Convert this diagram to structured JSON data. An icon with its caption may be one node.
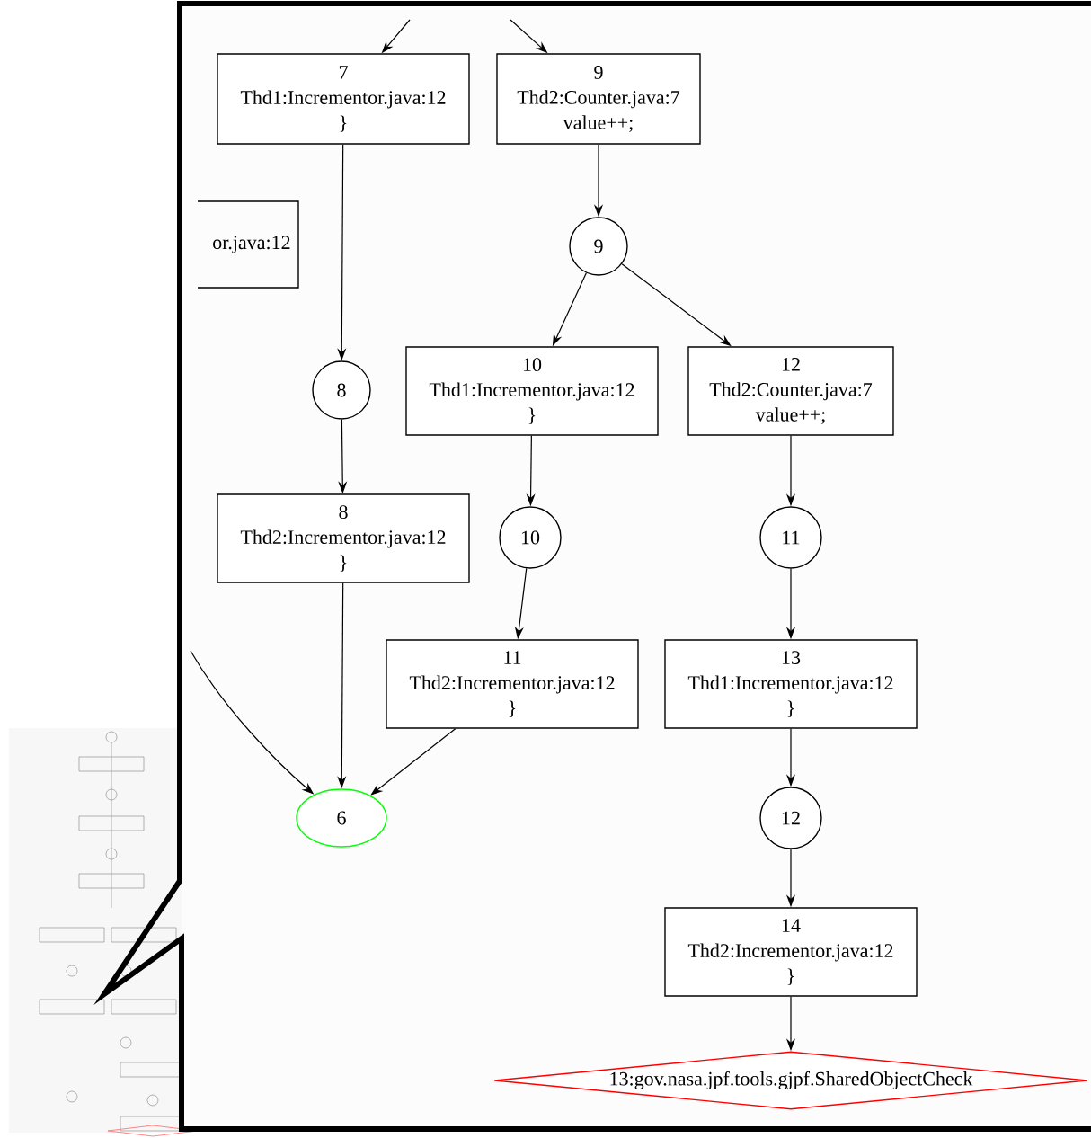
{
  "diagram": {
    "nodes": [
      {
        "text": [
          "7",
          "Thd1:Incrementor.java:12",
          "}"
        ]
      },
      {
        "text": [
          "9",
          "Thd2:Counter.java:7",
          "value++;"
        ]
      },
      {
        "text": [
          "or.java:12"
        ]
      },
      {
        "text": [
          "9"
        ]
      },
      {
        "text": [
          "8"
        ]
      },
      {
        "text": [
          "10",
          "Thd1:Incrementor.java:12",
          "}"
        ]
      },
      {
        "text": [
          "12",
          "Thd2:Counter.java:7",
          "value++;"
        ]
      },
      {
        "text": [
          "8",
          "Thd2:Incrementor.java:12",
          "}"
        ]
      },
      {
        "text": [
          "10"
        ]
      },
      {
        "text": [
          "11"
        ]
      },
      {
        "text": [
          "11",
          "Thd2:Incrementor.java:12",
          "}"
        ]
      },
      {
        "text": [
          "13",
          "Thd1:Incrementor.java:12",
          "}"
        ]
      },
      {
        "text": [
          "6"
        ]
      },
      {
        "text": [
          "12"
        ]
      },
      {
        "text": [
          "14",
          "Thd2:Incrementor.java:12",
          "}"
        ]
      },
      {
        "text": [
          "13:gov.nasa.jpf.tools.gjpf.SharedObjectCheck"
        ]
      }
    ],
    "edges": [
      {
        "from": null,
        "to": 0,
        "arrow": "to"
      },
      {
        "from": null,
        "to": 1,
        "arrow": "to"
      },
      {
        "from": 0,
        "to": 4,
        "arrow": "to"
      },
      {
        "from": 1,
        "to": 3,
        "arrow": "to"
      },
      {
        "from": 3,
        "to": 5,
        "arrow": "to"
      },
      {
        "from": 3,
        "to": 6,
        "arrow": "to"
      },
      {
        "from": 4,
        "to": 7,
        "arrow": "to"
      },
      {
        "from": 5,
        "to": 8,
        "arrow": "to"
      },
      {
        "from": 6,
        "to": 9,
        "arrow": "to"
      },
      {
        "from": 8,
        "to": 10,
        "arrow": "to"
      },
      {
        "from": 9,
        "to": 11,
        "arrow": "to"
      },
      {
        "from": null,
        "to": 12,
        "arrow": "to"
      },
      {
        "from": 7,
        "to": 12,
        "arrow": "to"
      },
      {
        "from": 10,
        "to": 12,
        "arrow": "to"
      },
      {
        "from": 11,
        "to": 13,
        "arrow": "to"
      },
      {
        "from": 13,
        "to": 14,
        "arrow": "to"
      },
      {
        "from": 14,
        "to": 15,
        "arrow": "to"
      }
    ]
  }
}
